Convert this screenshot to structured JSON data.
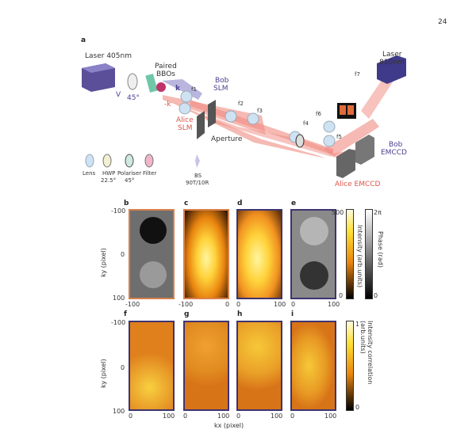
{
  "page_number": "24",
  "panel_a": {
    "label": "a",
    "laser405": "Laser 405nm",
    "v": "V",
    "angle45": "45°",
    "paired_bbos": [
      "Paired",
      "BBOs"
    ],
    "k": "k",
    "minus_k": "-k",
    "f1": "f1",
    "f2": "f2",
    "f3": "f3",
    "f4": "f4",
    "f5": "f5",
    "f6": "f6",
    "f7": "f7",
    "bob_slm": [
      "Bob",
      "SLM"
    ],
    "alice_slm": [
      "Alice",
      "SLM"
    ],
    "aperture": "Aperture",
    "laser810": [
      "Laser",
      "810nm"
    ],
    "bob_emccd": [
      "Bob",
      "EMCCD"
    ],
    "alice_emccd": "Alice EMCCD",
    "legend": [
      {
        "name": "Lens",
        "sub": ""
      },
      {
        "name": "HWP",
        "sub": "22.5°"
      },
      {
        "name": "Polariser",
        "sub": "45°"
      },
      {
        "name": "Filter",
        "sub": ""
      },
      {
        "name": "BS",
        "sub": "90T/10R"
      }
    ]
  },
  "row1": {
    "panels": [
      "b",
      "c",
      "d",
      "e"
    ],
    "ylabel": "ky (pixel)",
    "yticks": [
      "-100",
      "0",
      "100"
    ],
    "xticks_b": [
      "-100"
    ],
    "xticks_c": [
      "-100",
      "0"
    ],
    "xticks_d": [
      "0",
      "100"
    ],
    "xticks_e": [
      "0",
      "100"
    ],
    "intensity_bar": {
      "label": "Intensity (arb.units)",
      "max": "500",
      "min": "0"
    },
    "phase_bar": {
      "label": "Phase (rad)",
      "max": "2π",
      "min": "0"
    }
  },
  "row2": {
    "panels": [
      "f",
      "g",
      "h",
      "i"
    ],
    "ylabel": "ky (pixel)",
    "yticks": [
      "-100",
      "0",
      "100"
    ],
    "xticks": [
      "0",
      "100"
    ],
    "xlabel": "kx (pixel)",
    "corr_bar": {
      "label": "Intensity correlation (arb.units)",
      "max": "1",
      "min": "0"
    }
  }
}
